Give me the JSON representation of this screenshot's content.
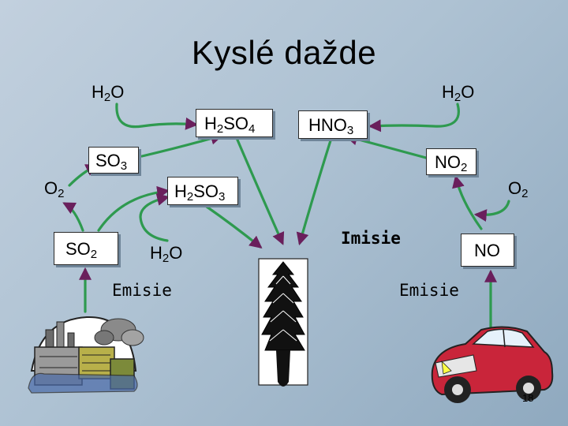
{
  "title": "Kyslé dažde",
  "h2o_left": {
    "base": "H",
    "sub1": "2",
    "rest": "O"
  },
  "h2o_right": {
    "base": "H",
    "sub1": "2",
    "rest": "O"
  },
  "h2so4": {
    "a": "H",
    "a_sub": "2",
    "b": "SO",
    "b_sub": "4"
  },
  "hno3": {
    "a": "HNO",
    "a_sub": "3"
  },
  "so3": {
    "a": "SO",
    "a_sub": "3"
  },
  "no2": {
    "a": "NO",
    "a_sub": "2"
  },
  "o2_left": {
    "a": "O",
    "a_sub": "2"
  },
  "o2_right": {
    "a": "O",
    "a_sub": "2"
  },
  "h2so3": {
    "a": "H",
    "a_sub": "2",
    "b": "SO",
    "b_sub": "3"
  },
  "so2": {
    "a": "SO",
    "a_sub": "2"
  },
  "h2o_bottom": {
    "base": "H",
    "sub1": "2",
    "rest": "O"
  },
  "imisie": "Imisie",
  "no": "NO",
  "emisie_left": "Emisie",
  "emisie_right": "Emisie",
  "page_number": "18",
  "colors": {
    "arrow": "#2e9a4f",
    "arrowhead": "#6a1f5c",
    "box_shadow": "#6f8599"
  },
  "icons": [
    "factory-icon",
    "tree-icon",
    "car-icon"
  ]
}
